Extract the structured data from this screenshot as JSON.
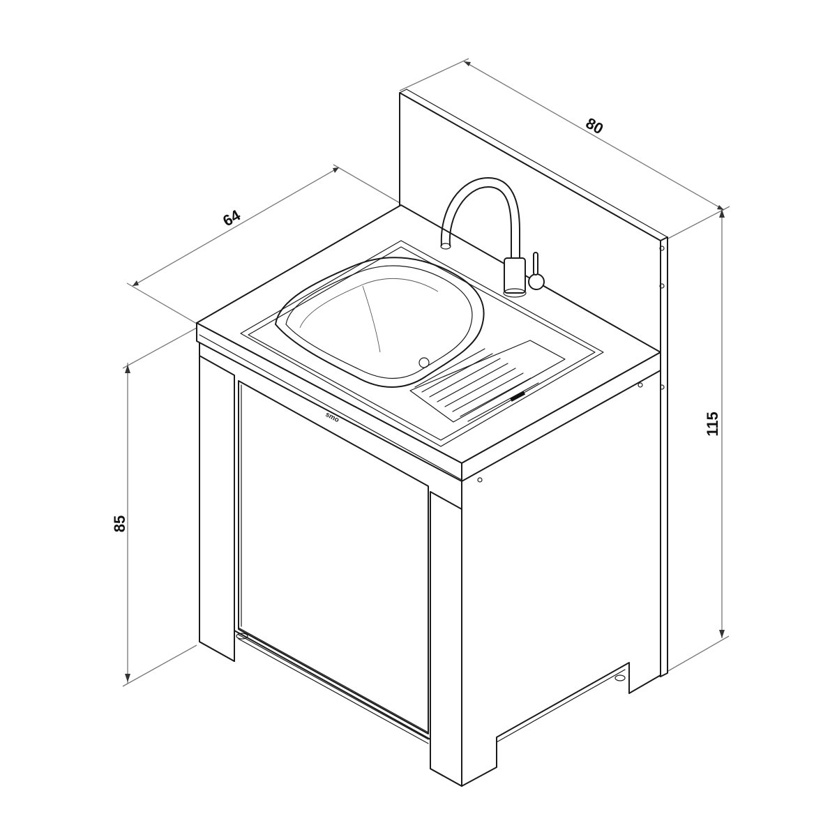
{
  "diagram": {
    "subject": "Outdoor kitchen sink cabinet with backsplash, faucet and drainer sink",
    "unit": "cm",
    "line_color": "#1a1a1a",
    "dimension_line_color": "#777777",
    "dimensions": {
      "width": {
        "label": "80"
      },
      "depth": {
        "label": "64"
      },
      "total_height": {
        "label": "115"
      },
      "counter_height": {
        "label": "85"
      }
    },
    "sink_brand_mark": "smo"
  }
}
